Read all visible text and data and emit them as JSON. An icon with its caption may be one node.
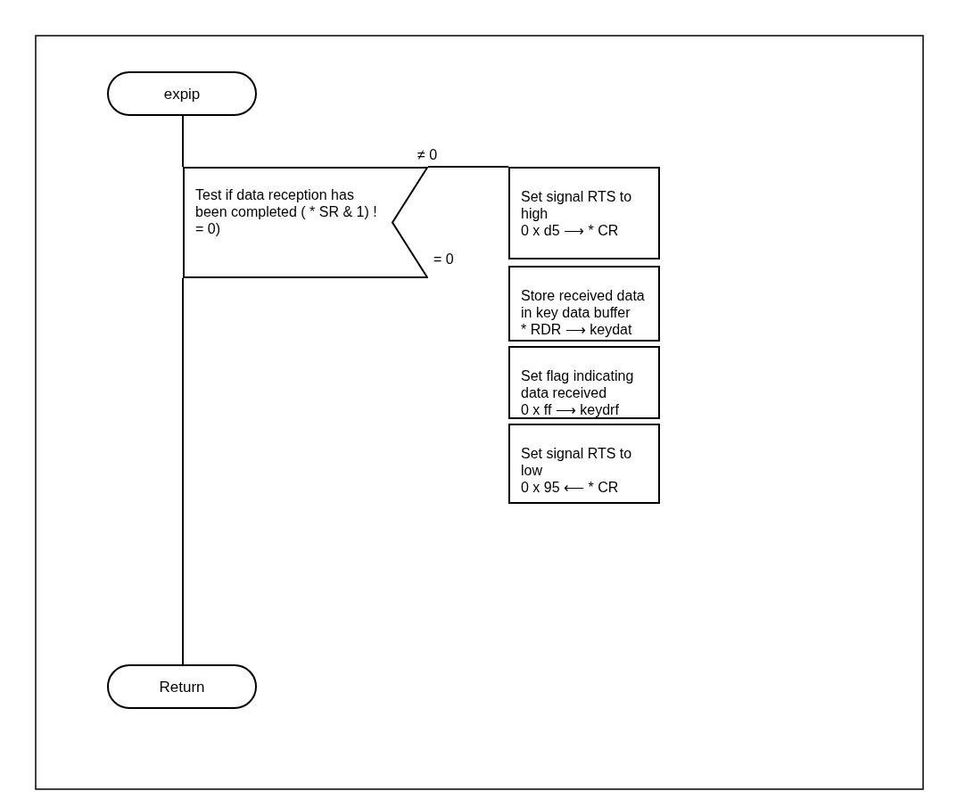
{
  "diagram": {
    "nodes": [
      {
        "text": [
          "expip"
        ]
      },
      {
        "text": [
          "Test if data reception has been completed ( * SR & 1) ! = 0)"
        ],
        "beside": [
          "= 0"
        ]
      },
      {
        "text": [
          "Set signal RTS to high",
          "0 x d5 ⟶ * CR"
        ]
      },
      {
        "text": [
          "Store received data in key data buffer",
          "* RDR ⟶ keydat"
        ]
      },
      {
        "text": [
          "Set flag indicating data received",
          "0 x ff ⟶ keydrf"
        ]
      },
      {
        "text": [
          "Set signal RTS to low",
          "0 x 95 ⟵ * CR"
        ]
      },
      {
        "text": [
          "Return"
        ]
      }
    ],
    "edges": [
      {
        "from": 0,
        "to": 1,
        "arrow": "none"
      },
      {
        "from": 1,
        "to": 6,
        "arrow": "none"
      },
      {
        "from": 1,
        "to": 2,
        "arrow": "none",
        "label": "≠ 0"
      }
    ]
  }
}
